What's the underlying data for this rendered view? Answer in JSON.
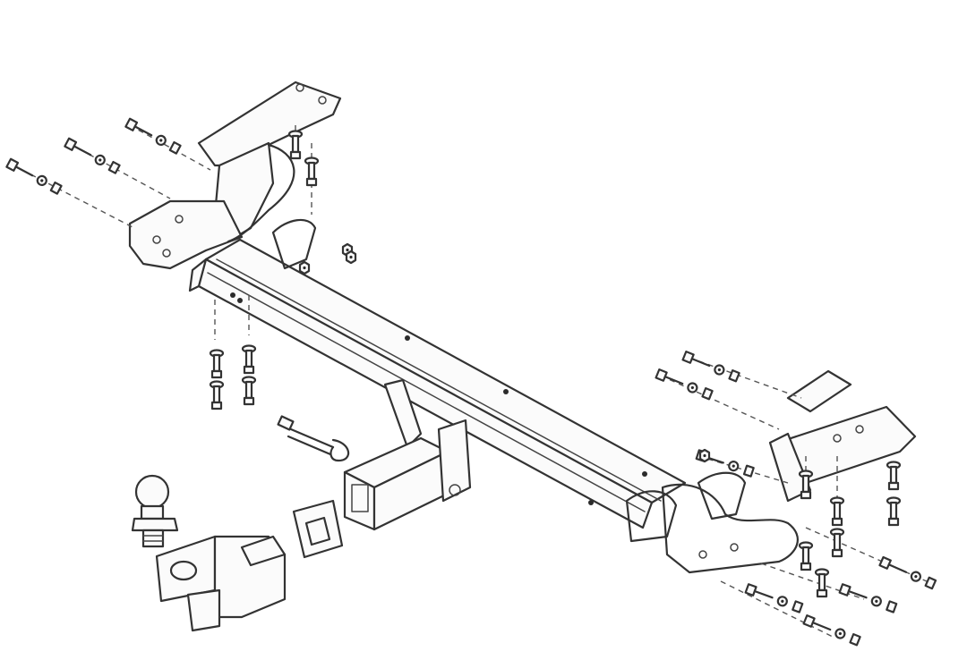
{
  "diagram": {
    "kind": "exploded-view line drawing",
    "parts": [
      {
        "id": "left-mounting-bracket",
        "icon": "bracket"
      },
      {
        "id": "right-mounting-bracket",
        "icon": "bracket"
      },
      {
        "id": "crossbar-tube",
        "icon": "tube"
      },
      {
        "id": "receiver-hitch",
        "icon": "receiver"
      },
      {
        "id": "receiver-collar",
        "icon": "collar"
      },
      {
        "id": "hitch-pin",
        "icon": "pin"
      },
      {
        "id": "tow-ball",
        "icon": "ball"
      },
      {
        "id": "ball-mount",
        "icon": "mount"
      },
      {
        "id": "bolt-set",
        "icon": "bolt"
      }
    ],
    "colors": {
      "line": "#333333",
      "background": "#ffffff"
    }
  }
}
